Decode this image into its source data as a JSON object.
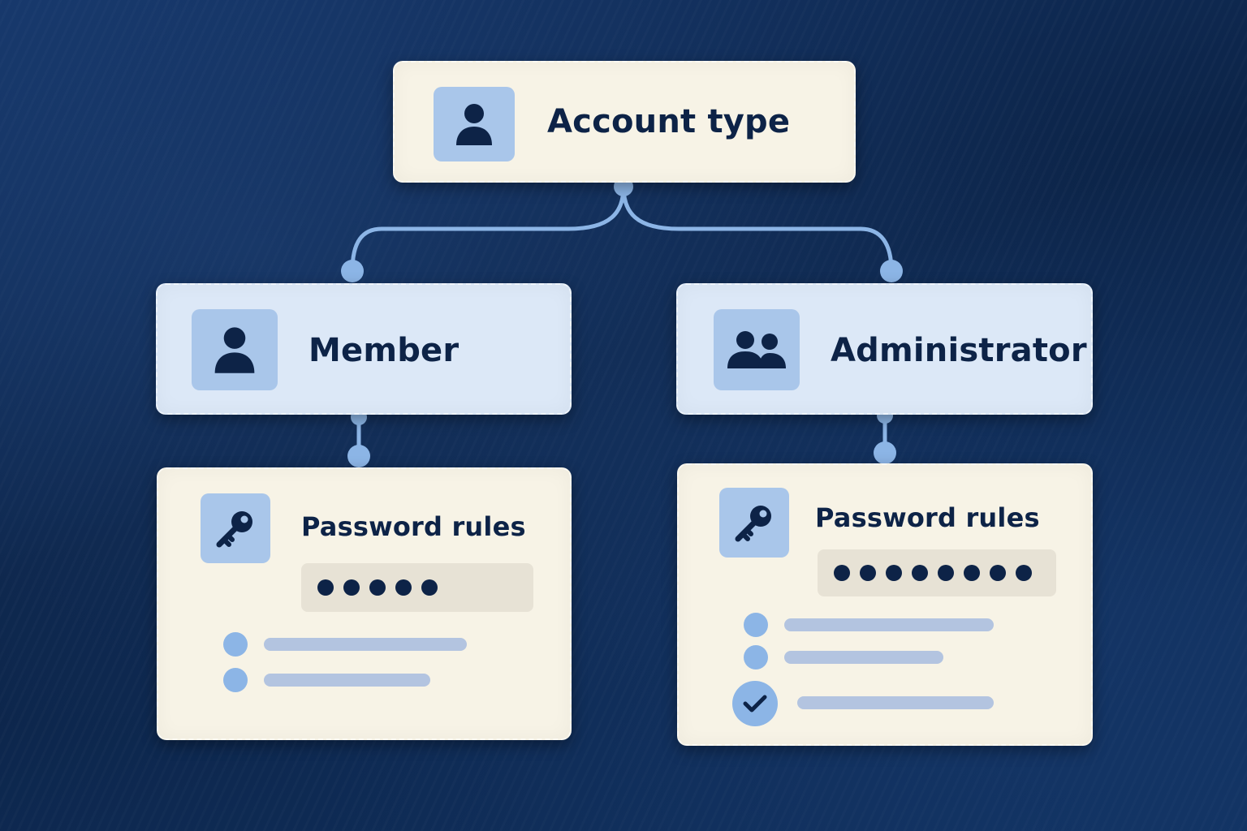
{
  "root": {
    "label": "Account type",
    "icon": "user-icon"
  },
  "member": {
    "label": "Member",
    "icon": "user-icon"
  },
  "administrator": {
    "label": "Administrator",
    "icon": "users-icon"
  },
  "member_rules": {
    "label": "Password rules",
    "icon": "key-icon",
    "password_dots": 5,
    "rule_items": 2
  },
  "admin_rules": {
    "label": "Password rules",
    "icon": "key-icon",
    "password_dots": 8,
    "rule_items": 3,
    "checked_item": 3
  },
  "colors": {
    "background": "#0f2a52",
    "card_cream": "#f7f3e6",
    "card_blue": "#dce8f7",
    "icon_tile": "#a9c6ea",
    "connector": "#8cb5e6",
    "text": "#0d2347"
  }
}
